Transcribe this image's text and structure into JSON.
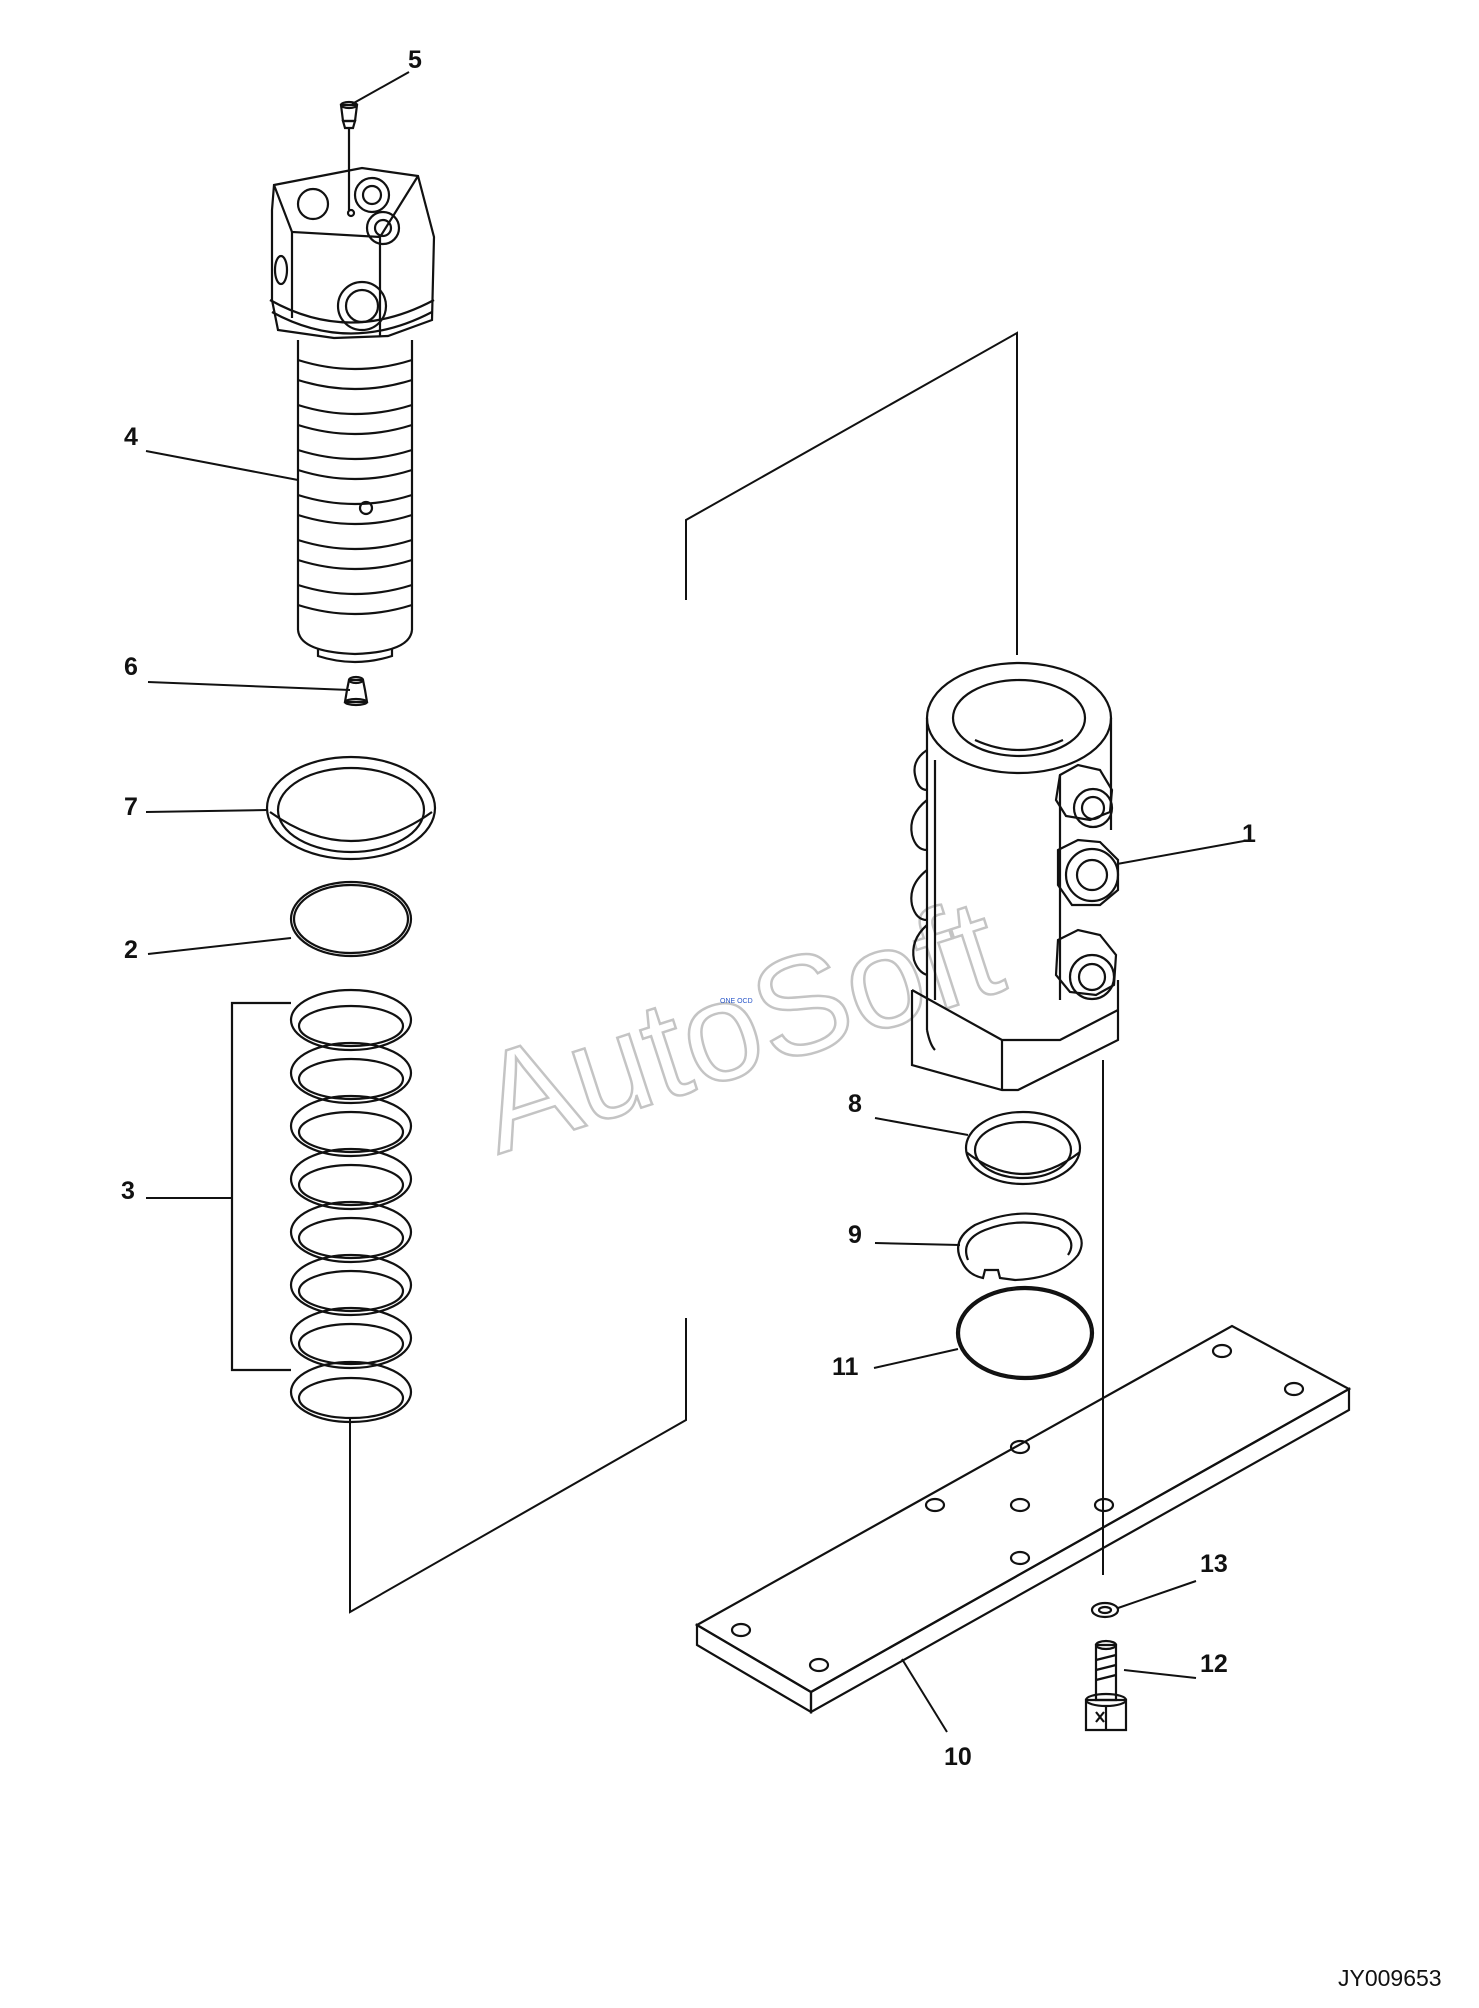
{
  "diagram": {
    "drawing_id": "JY009653",
    "watermark": "AutoSoft",
    "watermark_mini": "ONE OCD",
    "callouts": [
      {
        "id": "c1",
        "label": "1"
      },
      {
        "id": "c2",
        "label": "2"
      },
      {
        "id": "c3",
        "label": "3"
      },
      {
        "id": "c4",
        "label": "4"
      },
      {
        "id": "c5",
        "label": "5"
      },
      {
        "id": "c6",
        "label": "6"
      },
      {
        "id": "c7",
        "label": "7"
      },
      {
        "id": "c8",
        "label": "8"
      },
      {
        "id": "c9",
        "label": "9"
      },
      {
        "id": "c10",
        "label": "10"
      },
      {
        "id": "c11",
        "label": "11"
      },
      {
        "id": "c12",
        "label": "12"
      },
      {
        "id": "c13",
        "label": "13"
      }
    ]
  }
}
